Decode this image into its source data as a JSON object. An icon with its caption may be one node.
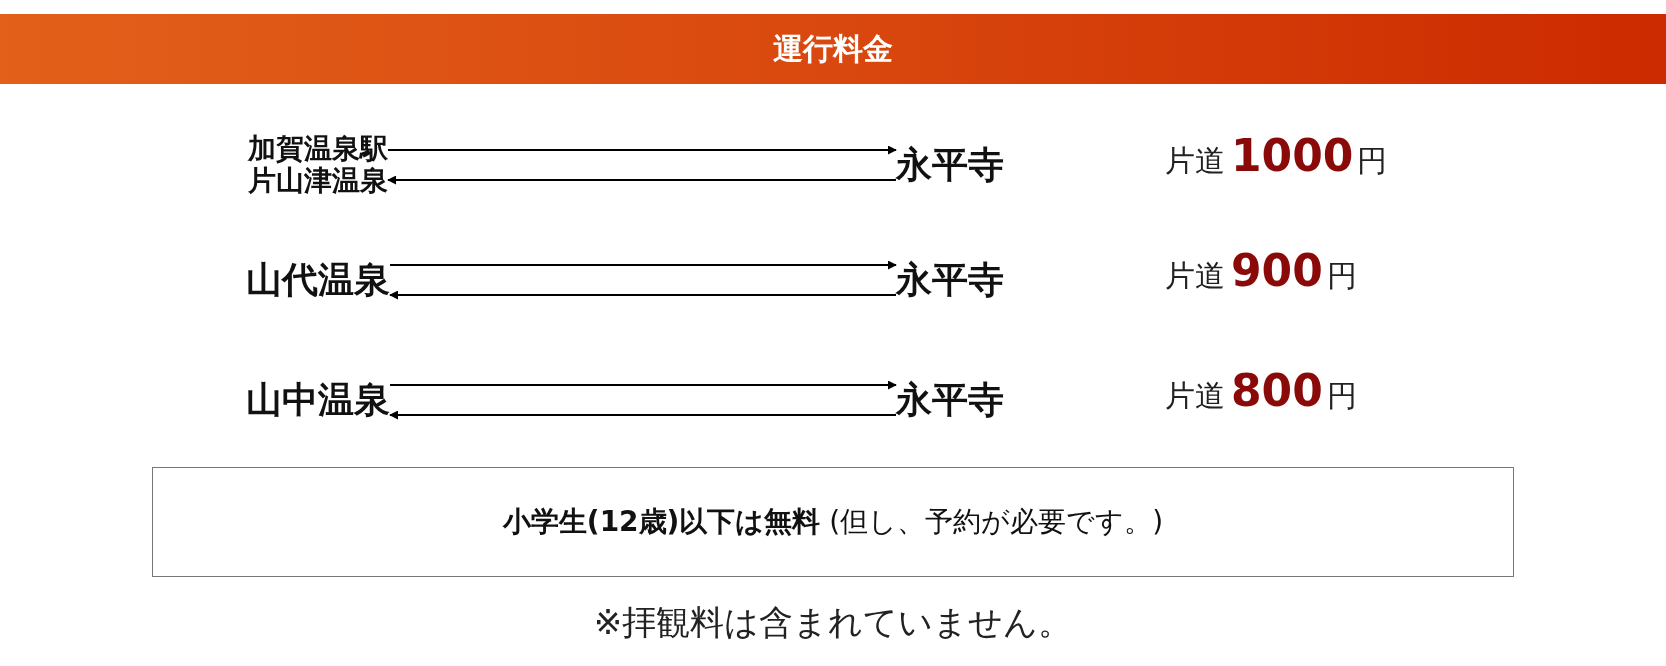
{
  "diagram": {
    "title": "運行料金",
    "nodes": [
      {
        "text": [
          "加賀温泉駅",
          "片山津温泉"
        ]
      },
      {
        "text": [
          "永平寺"
        ]
      },
      {
        "text": [
          "山代温泉"
        ]
      },
      {
        "text": [
          "永平寺"
        ]
      },
      {
        "text": [
          "山中温泉"
        ]
      },
      {
        "text": [
          "永平寺"
        ]
      },
      {
        "text": [
          "**小学生(12歳)以下は無料** (但し、予約が必要です。)"
        ]
      }
    ],
    "edges": [
      {
        "from": 0,
        "to": 1,
        "arrow": "to"
      },
      {
        "from": 1,
        "to": 0,
        "arrow": "to"
      },
      {
        "from": 2,
        "to": 3,
        "arrow": "to"
      },
      {
        "from": 3,
        "to": 2,
        "arrow": "to"
      },
      {
        "from": 4,
        "to": 5,
        "arrow": "to"
      },
      {
        "from": 5,
        "to": 4,
        "arrow": "to"
      }
    ],
    "labels": [
      "片道1000円",
      "片道900円",
      "片道800円",
      "※拝観料は含まれていません。"
    ]
  }
}
